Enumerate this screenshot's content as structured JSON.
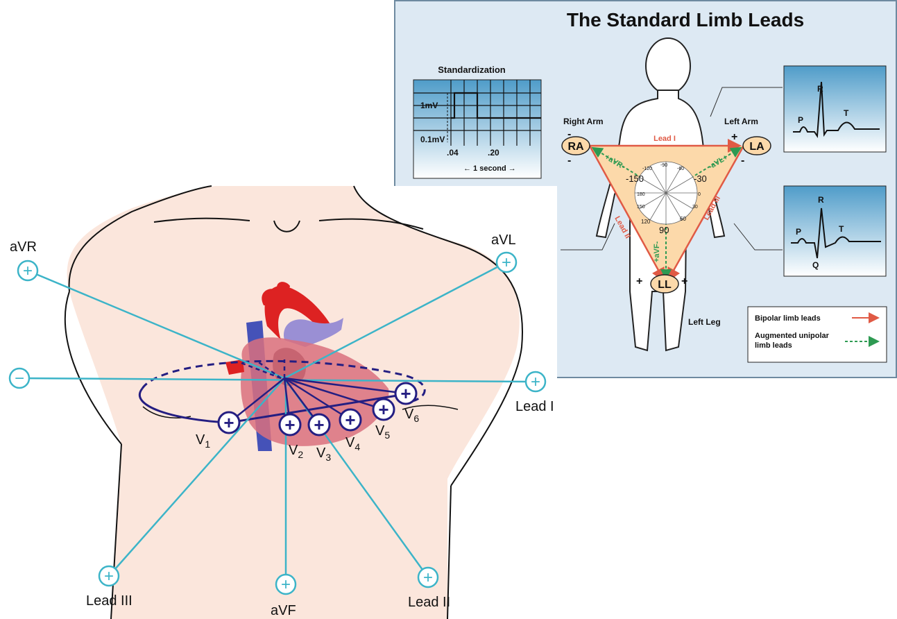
{
  "limb_panel": {
    "title": "The Standard Limb Leads",
    "standardization": {
      "title": "Standardization",
      "label_1mv": "1mV",
      "label_01mv": "0.1mV",
      "tick_04": ".04",
      "tick_20": ".20",
      "one_second": "← 1 second →"
    },
    "right_arm": "Right Arm",
    "left_arm": "Left Arm",
    "left_leg": "Left Leg",
    "electrodes": {
      "ra": "RA",
      "la": "LA",
      "ll": "LL"
    },
    "lead_i": "Lead I",
    "lead_ii": "Lead II",
    "lead_iii": "Lead III",
    "avr": "+aVR-",
    "avl": "-aVL+",
    "avf": "+aVF-",
    "plus": "+",
    "minus": "-",
    "angles": {
      "m150": "-150",
      "m30": "-30",
      "p90": "90",
      "m120": "-120",
      "m90": "-90",
      "m60": "-60",
      "p180": "180",
      "p0": "0",
      "p150": "150",
      "p30": "30",
      "p120": "120",
      "p60": "60",
      "deg": "o"
    },
    "ecg_top": {
      "p": "P",
      "r": "R",
      "t": "T"
    },
    "ecg_bottom": {
      "p": "P",
      "r": "R",
      "q": "Q",
      "t": "T"
    },
    "legend": {
      "bipolar": "Bipolar limb leads",
      "augmented_line1": "Augmented unipolar",
      "augmented_line2": "limb leads"
    },
    "colors": {
      "panel": "#dde9f3",
      "panel_border": "#6e8aa0",
      "triangle": "#fcd9aa",
      "bipolar": "#e05a45",
      "augmented": "#2e9a52"
    }
  },
  "chest_panel": {
    "labels": {
      "avr": "aVR",
      "avl": "aVL",
      "avf": "aVF",
      "lead_i": "Lead I",
      "lead_ii": "Lead II",
      "lead_iii": "Lead III",
      "v": "V",
      "v1": "1",
      "v2": "2",
      "v3": "3",
      "v4": "4",
      "v5": "5",
      "v6": "6"
    },
    "symbols": {
      "plus": "+",
      "minus": "−"
    },
    "colors": {
      "skin": "#fbe6dc",
      "lead_line": "#3cb4c8",
      "precordial": "#241e82",
      "aorta": "#dd2222",
      "pulmonary": "#9a8fd4",
      "vein": "#4552b8",
      "heart": "#d9707e"
    }
  }
}
